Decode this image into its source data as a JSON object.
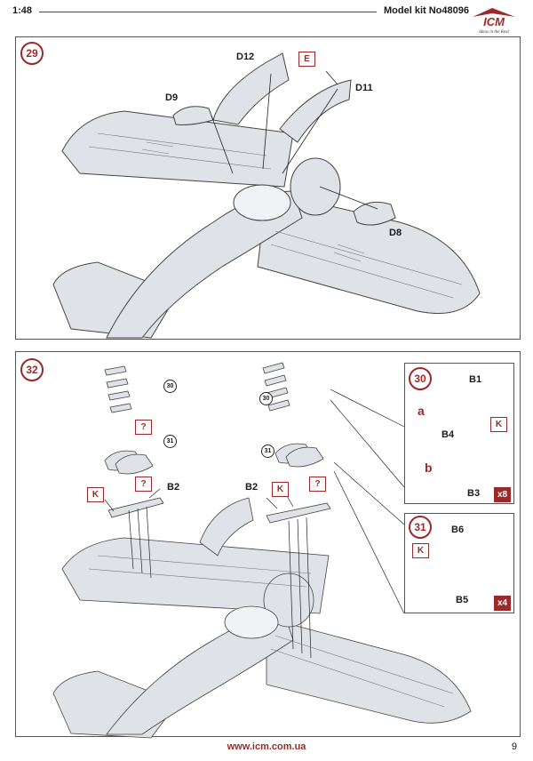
{
  "header": {
    "scale": "1:48",
    "model_kit": "Model kit No48096",
    "brand": "ICM",
    "tagline": "Ideas in the Real"
  },
  "steps": {
    "s29": {
      "number": "29",
      "labels": {
        "d12": "D12",
        "d11": "D11",
        "d9": "D9",
        "d8": "D8"
      },
      "tag_e": "E"
    },
    "s32": {
      "number": "32",
      "refs": {
        "r30_left": "30",
        "r31_left": "31",
        "r30_right": "30",
        "r31_right": "31"
      },
      "tags": {
        "q1": "?",
        "q2": "?",
        "q3": "?",
        "k1": "K",
        "k2": "K"
      },
      "labels": {
        "b2_left": "B2",
        "b2_right": "B2"
      }
    },
    "s30": {
      "number": "30",
      "labels": {
        "b1": "B1",
        "b4": "B4",
        "b3": "B3",
        "sub_a": "a",
        "sub_b": "b"
      },
      "tag_k": "K",
      "multiplier": "x8"
    },
    "s31": {
      "number": "31",
      "labels": {
        "b6": "B6",
        "b5": "B5"
      },
      "tag_k": "K",
      "multiplier": "x4"
    }
  },
  "footer": {
    "url": "www.icm.com.ua",
    "page": "9"
  }
}
